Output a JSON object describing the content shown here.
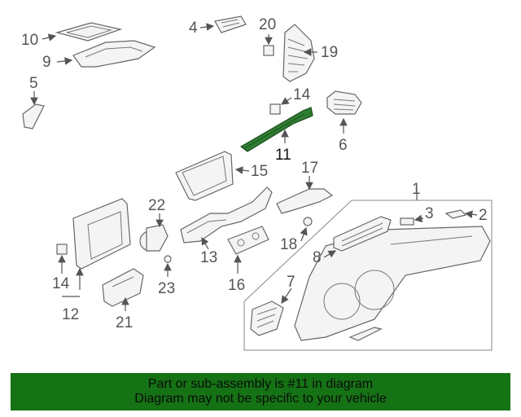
{
  "callouts": {
    "c1": "1",
    "c2": "2",
    "c3": "3",
    "c4": "4",
    "c5": "5",
    "c6": "6",
    "c7": "7",
    "c8": "8",
    "c9": "9",
    "c10": "10",
    "c11": "11",
    "c12": "12",
    "c13": "13",
    "c14a": "14",
    "c14b": "14",
    "c15": "15",
    "c16": "16",
    "c17": "17",
    "c18": "18",
    "c19": "19",
    "c20": "20",
    "c21": "21",
    "c22": "22",
    "c23": "23"
  },
  "highlight_color": "#2e7d32",
  "banner": {
    "line1": "Part or sub-assembly is #11 in diagram",
    "line2": "Diagram may not be specific to your vehicle",
    "color": "#157215"
  }
}
